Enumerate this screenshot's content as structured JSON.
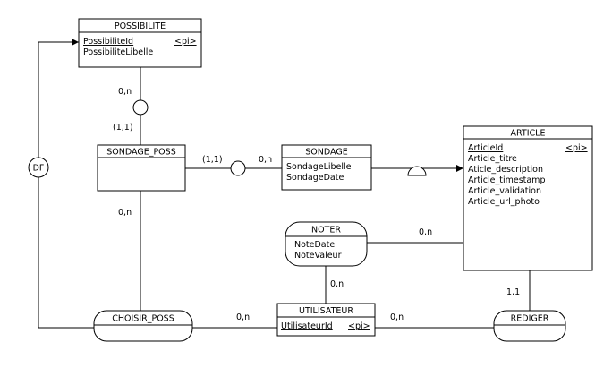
{
  "entities": {
    "possibilite": {
      "title": "POSSIBILITE",
      "key_attr": "PossibiliteId",
      "key_tag": "<pi>",
      "attrs": [
        "PossibiliteLibelle"
      ]
    },
    "sondage_poss": {
      "title": "SONDAGE_POSS"
    },
    "sondage": {
      "title": "SONDAGE",
      "attrs": [
        "SondageLibelle",
        "SondageDate"
      ]
    },
    "article": {
      "title": "ARTICLE",
      "key_attr": "ArticleId",
      "key_tag": "<pi>",
      "attrs": [
        "Article_titre",
        "Aticle_description",
        "Article_timestamp",
        "Article_validation",
        "Article_url_photo"
      ]
    },
    "utilisateur": {
      "title": "UTILISATEUR",
      "key_attr": "UtilisateurId",
      "key_tag": "<pi>"
    }
  },
  "associations": {
    "noter": {
      "title": "NOTER",
      "attrs": [
        "NoteDate",
        "NoteValeur"
      ]
    },
    "choisir_poss": {
      "title": "CHOISIR_POSS"
    },
    "rediger": {
      "title": "REDIGER"
    },
    "df": {
      "title": "DF"
    }
  },
  "cardinalities": {
    "possibilite_link": "0,n",
    "sondage_poss_upper": "(1,1)",
    "sondage_poss_right": "(1,1)",
    "sondage_left": "0,n",
    "sondage_poss_lower": "0,n",
    "article_noter": "0,n",
    "noter_utilisateur": "0,n",
    "choisir_utilisateur": "0,n",
    "utilisateur_rediger": "0,n",
    "rediger_article": "1,1"
  }
}
